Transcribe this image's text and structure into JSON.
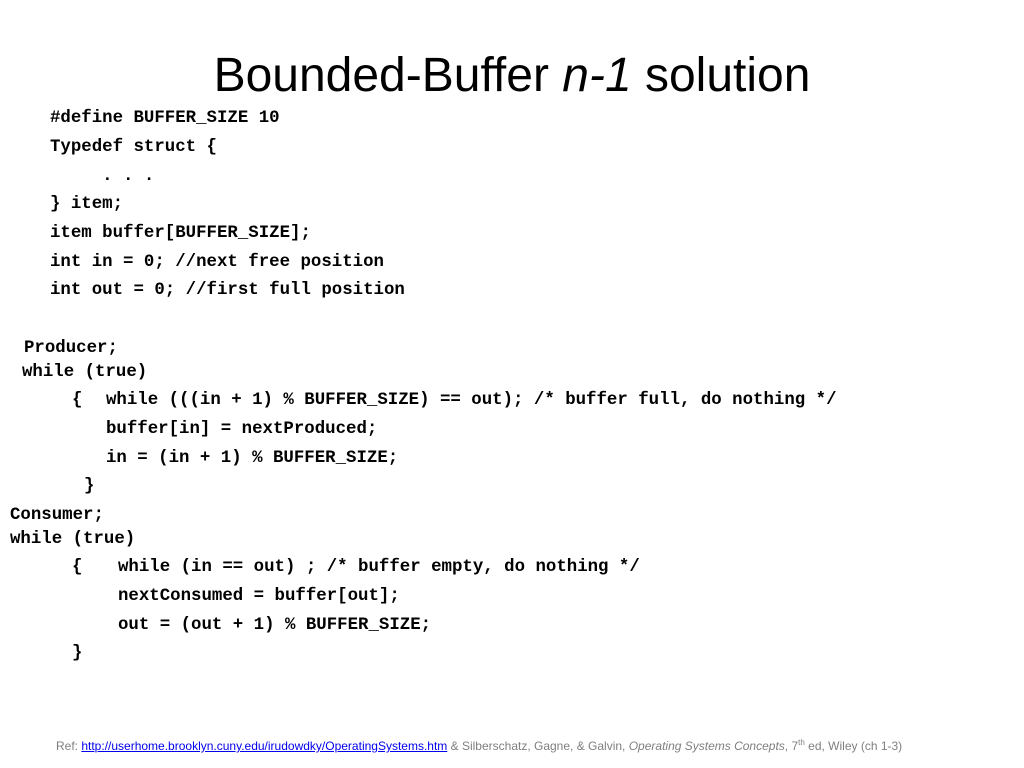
{
  "slide": {
    "title_prefix": "Bounded-Buffer ",
    "title_italic": "n-1",
    "title_suffix": " solution"
  },
  "definitions": [
    "#define BUFFER_SIZE 10",
    "Typedef struct {",
    "     . . .",
    "} item;",
    "item buffer[BUFFER_SIZE];",
    "int in = 0; //next free position",
    "int out = 0; //first full position"
  ],
  "producer": {
    "heading": "Producer;",
    "loop": "while (true)",
    "open": "{",
    "lines": [
      "while (((in + 1) % BUFFER_SIZE) == out); /* buffer full, do nothing */",
      "buffer[in] = nextProduced;",
      "in = (in + 1) % BUFFER_SIZE;"
    ],
    "close": "}"
  },
  "consumer": {
    "heading": "Consumer;",
    "loop": "while (true)",
    "open": "{",
    "lines": [
      "while (in == out) ; /* buffer empty, do nothing */",
      "nextConsumed = buffer[out];",
      "out = (out + 1) % BUFFER_SIZE;"
    ],
    "close": "}"
  },
  "footer": {
    "prefix": "Ref: ",
    "link": "http://userhome.brooklyn.cuny.edu/irudowdky/OperatingSystems.htm",
    "authors": "  & Silberschatz, Gagne, & Galvin, ",
    "book": "Operating Systems Concepts",
    "edition_pre": ", 7",
    "edition_sup": "th",
    "edition_post": " ed, Wiley (ch 1-3)"
  }
}
